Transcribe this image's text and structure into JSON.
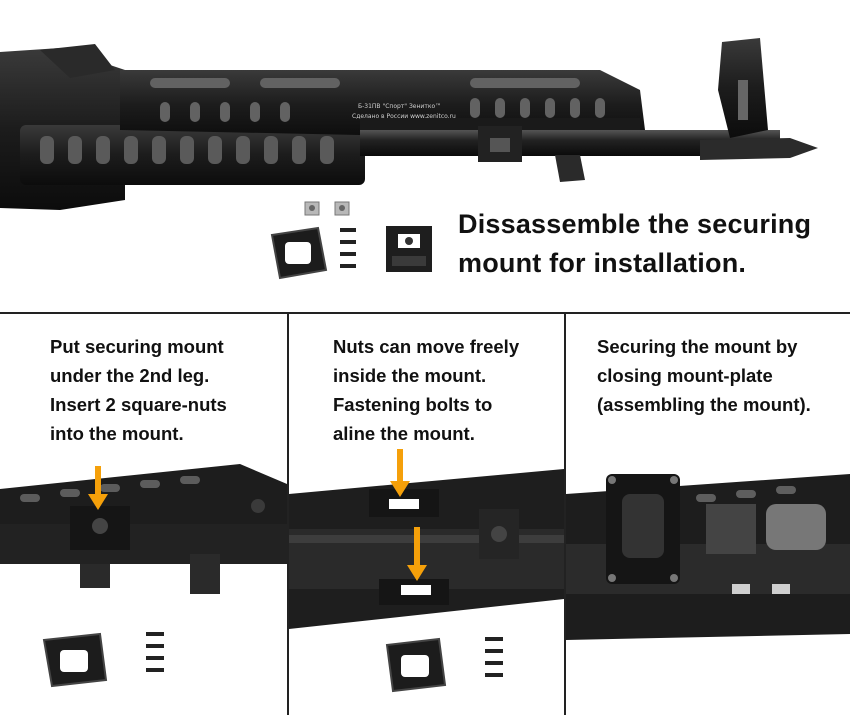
{
  "title": {
    "line1": "Dissassemble the securing",
    "line2": "mount for installation."
  },
  "rifle_markings": {
    "line1": "Б-31ПВ \"Спорт\"     Зенитко™",
    "line2": "Сделано в России     www.zenitco.ru"
  },
  "steps": [
    {
      "lines": [
        "Put securing mount",
        "under the 2nd leg.",
        "Insert 2 square-nuts",
        "into the mount."
      ]
    },
    {
      "lines": [
        "Nuts can move freely",
        "inside the mount.",
        "Fastening bolts to",
        "aline the mount."
      ]
    },
    {
      "lines": [
        "Securing the mount by",
        "closing mount-plate",
        "(assembling the mount)."
      ]
    }
  ],
  "colors": {
    "arrow": "#f5a00a",
    "metal": "#1b1b1b",
    "background": "#ffffff"
  }
}
